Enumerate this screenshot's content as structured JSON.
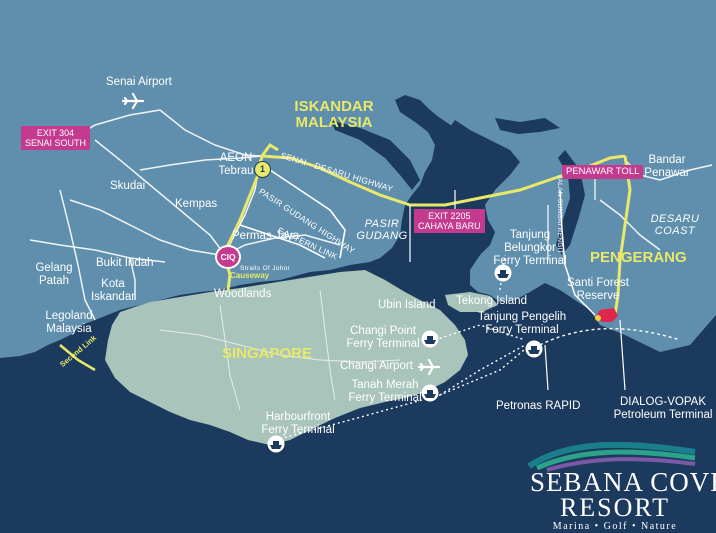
{
  "colors": {
    "sea": "#1c3a5e",
    "malaysia_land": "#5f8fad",
    "singapore_land": "#a9c4ba",
    "highway": "#e8e86a",
    "road": "#ffffff",
    "tag": "#c43a8e"
  },
  "regions": {
    "iskandar": "ISKANDAR\nMALAYSIA",
    "singapore": "SINGAPORE",
    "pengerang": "PENGERANG",
    "pasir_gudang": "PASIR\nGUDANG",
    "desaru_coast": "DESARU\nCOAST"
  },
  "tags": {
    "exit_304": "EXIT 304\nSENAI SOUTH",
    "exit_2205": "EXIT 2205\nCAHAYA BARU",
    "penawar_toll": "PENAWAR TOLL",
    "ciq": "CIQ"
  },
  "roads": {
    "senai_desaru": "SENAI - DESARU HIGHWAY",
    "pasir_gudang_hwy": "PASIR GUDANG HIGHWAY",
    "eastern_link": "EASTERN LINK",
    "straits_of_johor": "Straits Of Johor",
    "causeway": "Causeway",
    "second_link": "Second Link",
    "jalan_sungai_rengit": "JALAN SUNGAI RENGIT",
    "route_number": "1"
  },
  "places": {
    "senai_airport": "Senai Airport",
    "aeon_tebrau": "AEON\nTebrau",
    "skudai": "Skudai",
    "kempas": "Kempas",
    "permas_jaya": "Permas Jaya",
    "gelang_patah": "Gelang\nPatah",
    "bukit_indah": "Bukit Indah",
    "kota_iskandar": "Kota\nIskandar",
    "legoland": "Legoland\nMalaysia",
    "woodlands": "Woodlands",
    "bandar_penawar": "Bandar\nPenawar",
    "tanjung_belungkor": "Tanjung\nBelungkor\nFerry Terminal",
    "ubin_island": "Ubin Island",
    "tekong_island": "Tekong Island",
    "santi_forest": "Santi Forest\nReserve",
    "tanjung_pengelih": "Tanjung Pengelih\nFerry Terminal",
    "changi_point": "Changi Point\nFerry Terminal",
    "changi_airport": "Changi Airport",
    "tanah_merah": "Tanah Merah\nFerry Terminal",
    "harbourfront": "Harbourfront\nFerry Terminal",
    "petronas_rapid": "Petronas RAPID",
    "dialog_vopak": "DIALOG-VOPAK\nPetroleum Terminal"
  },
  "logo": {
    "name": "SEBANA COVE",
    "sub": "RESORT",
    "tagline": "Marina • Golf • Nature"
  }
}
